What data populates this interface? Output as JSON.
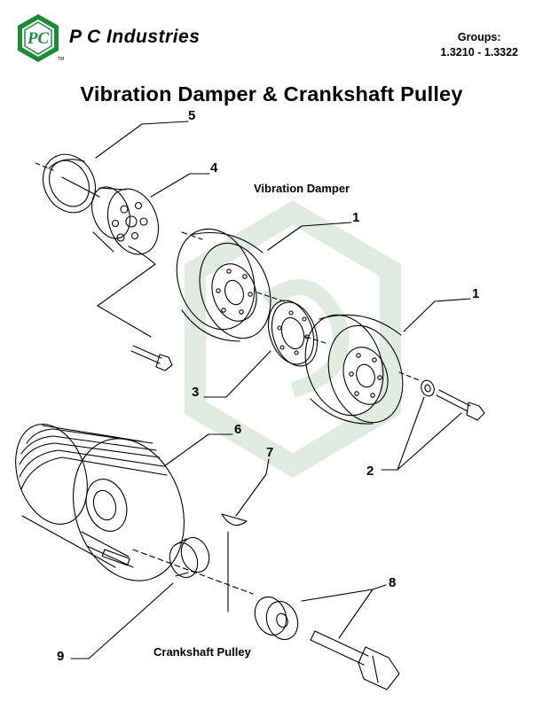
{
  "header": {
    "logo_text": "PC",
    "trademark": "TM",
    "company_name": "P C Industries",
    "groups_label": "Groups:",
    "groups_range": "1.3210 - 1.3322"
  },
  "title": "Vibration Damper & Crankshaft Pulley",
  "section_labels": {
    "vibration_damper": "Vibration Damper",
    "crankshaft_pulley": "Crankshaft Pulley"
  },
  "callouts": {
    "c1a": "1",
    "c1b": "1",
    "c2": "2",
    "c3": "3",
    "c4": "4",
    "c5": "5",
    "c6": "6",
    "c7": "7",
    "c8": "8",
    "c9": "9"
  },
  "colors": {
    "logo_green": "#1f8a3a",
    "watermark_green": "#dde9df",
    "line": "#000000"
  }
}
